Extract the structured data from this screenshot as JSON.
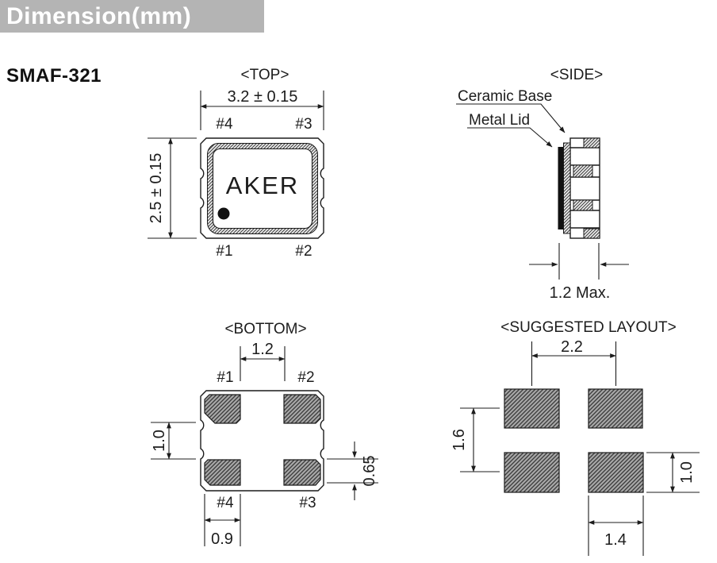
{
  "header": {
    "title": "Dimension(mm)"
  },
  "part_number": "SMAF-321",
  "colors": {
    "header_bg": "#b4b4b4",
    "header_text": "#ffffff",
    "line": "#1c1c1c",
    "pad_hatch_bg": "#a9a9a9",
    "pad_hatch_line": "#3e3e3e",
    "lid_fill": "#111111"
  },
  "views": {
    "top": {
      "title": "<TOP>",
      "width_dim": "3.2 ± 0.15",
      "height_dim": "2.5 ± 0.15",
      "brand": "AKER",
      "pin_top_left": "#4",
      "pin_top_right": "#3",
      "pin_bottom_left": "#1",
      "pin_bottom_right": "#2"
    },
    "side": {
      "title": "<SIDE>",
      "ceramic_label": "Ceramic Base",
      "lid_label": "Metal Lid",
      "thickness_dim": "1.2 Max."
    },
    "bottom": {
      "title": "<BOTTOM>",
      "pad_gap_x_dim": "1.2",
      "pad_gap_y_dim": "1.0",
      "pad_height_dim": "0.65",
      "pad_width_dim": "0.9",
      "pin_top_left": "#1",
      "pin_top_right": "#2",
      "pin_bottom_left": "#4",
      "pin_bottom_right": "#3"
    },
    "layout": {
      "title": "<SUGGESTED LAYOUT>",
      "pitch_x_dim": "2.2",
      "pitch_y_dim": "1.6",
      "pad_width_dim": "1.4",
      "pad_height_dim": "1.0"
    }
  }
}
